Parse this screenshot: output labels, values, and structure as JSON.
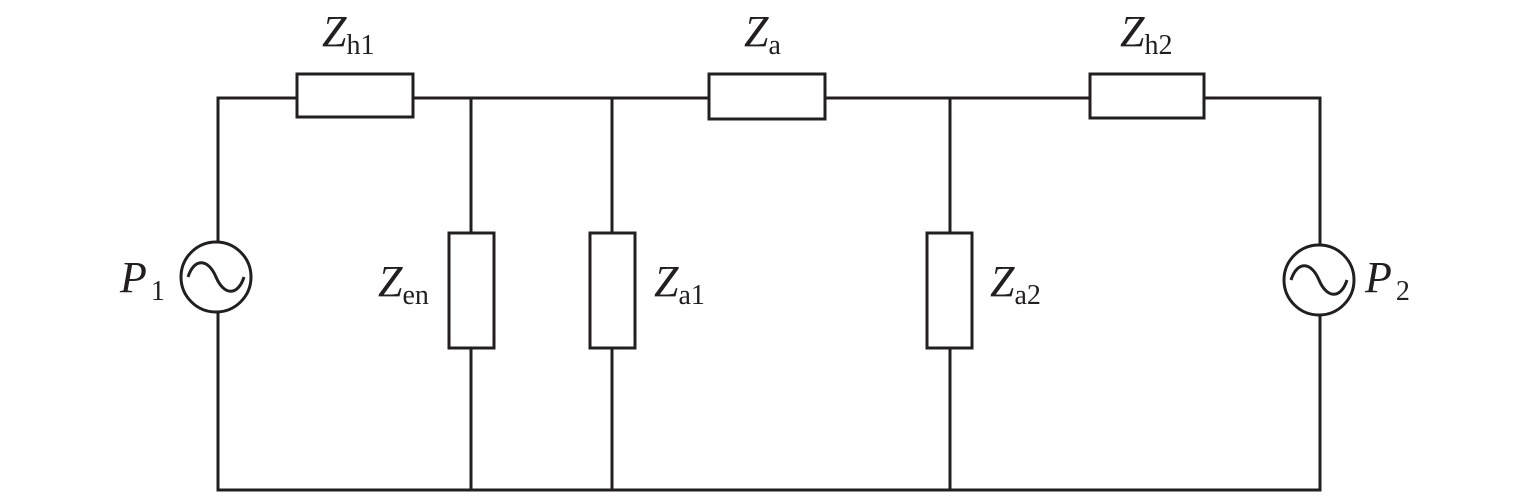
{
  "labels": {
    "zh1": {
      "main": "Z",
      "sub": "h1"
    },
    "za": {
      "main": "Z",
      "sub": "a"
    },
    "zh2": {
      "main": "Z",
      "sub": "h2"
    },
    "zen": {
      "main": "Z",
      "sub": "en"
    },
    "za1": {
      "main": "Z",
      "sub": "a1"
    },
    "za2": {
      "main": "Z",
      "sub": "a2"
    },
    "p1": {
      "main": "P",
      "sub": "1"
    },
    "p2": {
      "main": "P",
      "sub": "2"
    }
  },
  "sources": [
    {
      "id": "p1",
      "icon": "ac-voltage-source-icon"
    },
    {
      "id": "p2",
      "icon": "ac-voltage-source-icon"
    }
  ],
  "colors": {
    "line": "#231f20",
    "background": "#ffffff"
  }
}
